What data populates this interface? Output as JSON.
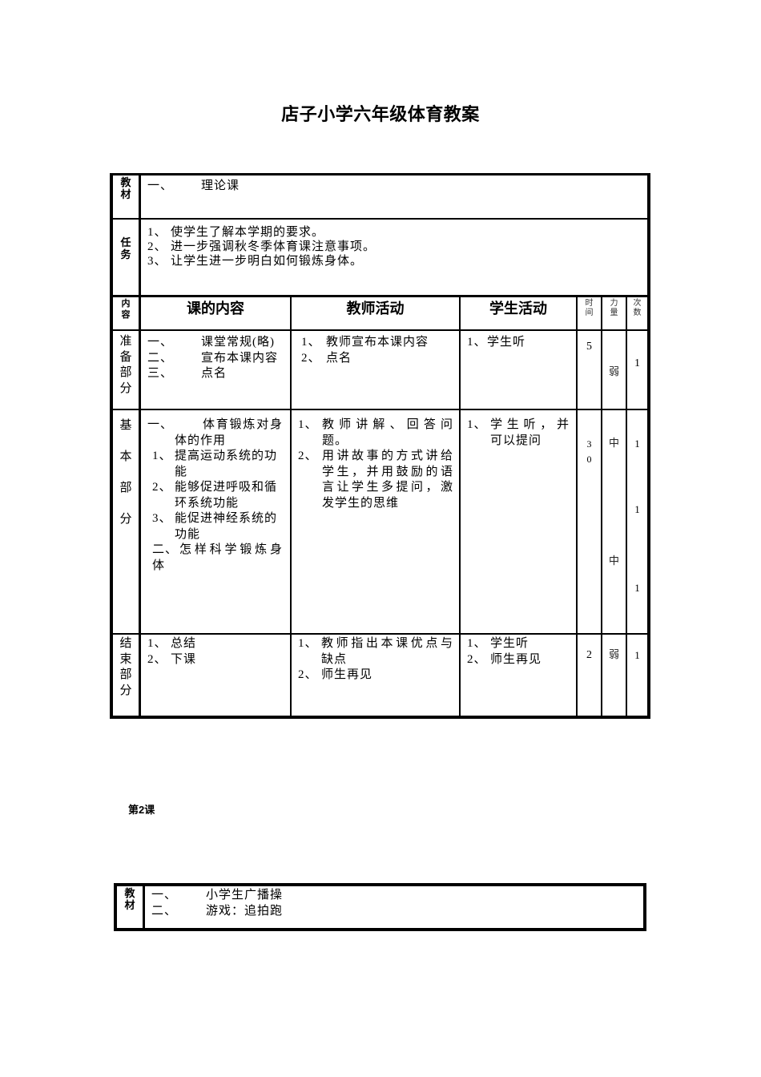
{
  "title": "店子小学六年级体育教案",
  "lesson1": {
    "materials": {
      "label": "教材",
      "items": [
        {
          "num": "一、",
          "text": "理论课"
        }
      ]
    },
    "tasks": {
      "label": "任务",
      "items": [
        {
          "num": "1、",
          "text": "使学生了解本学期的要求。"
        },
        {
          "num": "2、",
          "text": "进一步强调秋冬季体育课注意事项。"
        },
        {
          "num": "3、",
          "text": "让学生进一步明白如何锻炼身体。"
        }
      ]
    },
    "header": {
      "section": "内容",
      "content": "课的内容",
      "teacher": "教师活动",
      "student": "学生活动",
      "time": "时间",
      "intensity": "力量",
      "reps": "次数"
    },
    "prep": {
      "label": "准备部分",
      "content": [
        {
          "num": "一、",
          "text": "课堂常规(略)"
        },
        {
          "num": "二、",
          "text": "宣布本课内容"
        },
        {
          "num": "三、",
          "text": "点名"
        }
      ],
      "teacher": [
        {
          "num": "1、",
          "text": "教师宣布本课内容"
        },
        {
          "num": "2、",
          "text": "点名"
        }
      ],
      "student": [
        {
          "num": "1、",
          "text": "学生听"
        }
      ],
      "time": "5",
      "intensity": "弱",
      "reps": "1"
    },
    "main": {
      "label": "基本部分",
      "content": [
        {
          "num": "一、",
          "lines": [
            "体育锻炼对身",
            "体的作用"
          ]
        },
        {
          "num": "1、",
          "lines": [
            "提高运动系统的功",
            "能"
          ]
        },
        {
          "num": "2、",
          "lines": [
            "能够促进呼吸和循",
            "环系统功能"
          ]
        },
        {
          "num": "3、",
          "lines": [
            "能促进神经系统的",
            "功能"
          ]
        },
        {
          "num": "二、",
          "lines": [
            "怎样科学锻炼身",
            "体"
          ]
        }
      ],
      "teacher": [
        {
          "num": "1、",
          "lines": [
            "教师讲解、回答问",
            "题。"
          ]
        },
        {
          "num": "2、",
          "lines": [
            "用讲故事的方式讲给",
            "学生，并用鼓励的语",
            "言让学生多提问，激",
            "发学生的思维"
          ]
        }
      ],
      "student": [
        {
          "num": "1、",
          "lines": [
            "学生听，并",
            "可以提问"
          ]
        }
      ],
      "time": "30",
      "intensity": [
        "中",
        "中"
      ],
      "reps": [
        "1",
        "1",
        "1"
      ]
    },
    "end": {
      "label": "结束部分",
      "content": [
        {
          "num": "1、",
          "text": "总结"
        },
        {
          "num": "2、",
          "text": "下课"
        }
      ],
      "teacher": [
        {
          "num": "1、",
          "lines": [
            "教师指出本课优点与",
            "缺点"
          ]
        },
        {
          "num": "2、",
          "lines": [
            "师生再见"
          ]
        }
      ],
      "student": [
        {
          "num": "1、",
          "text": "学生听"
        },
        {
          "num": "2、",
          "text": "师生再见"
        }
      ],
      "time": "2",
      "intensity": "弱",
      "reps": "1"
    }
  },
  "lesson2": {
    "heading": "第2课",
    "materials": {
      "label": "教材",
      "items": [
        {
          "num": "一、",
          "text": "小学生广播操"
        },
        {
          "num": "二、",
          "text": "游戏：追拍跑"
        }
      ]
    }
  }
}
